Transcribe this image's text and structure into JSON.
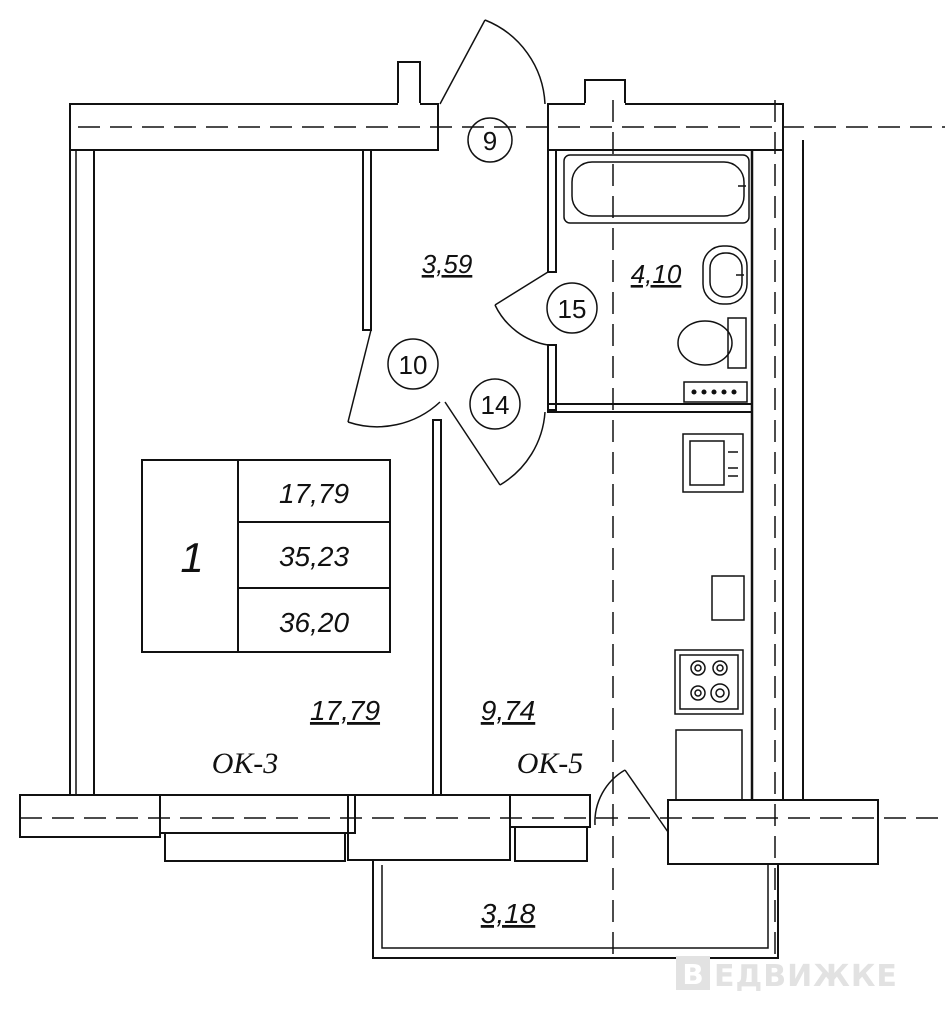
{
  "rooms": {
    "hall": {
      "area": "3,59"
    },
    "bathroom": {
      "area": "4,10"
    },
    "living": {
      "area": "17,79"
    },
    "kitchen": {
      "area": "9,74"
    },
    "balcony": {
      "area": "3,18"
    }
  },
  "summary": {
    "rooms_count": "1",
    "living_area": "17,79",
    "total_area": "35,23",
    "total_with_balcony": "36,20"
  },
  "door_tags": {
    "d9": "9",
    "d10": "10",
    "d14": "14",
    "d15": "15"
  },
  "windows": {
    "living": "ОК-3",
    "kitchen": "ОК-5"
  },
  "watermark": {
    "prefix": "В",
    "rest": "ЕДВИЖКЕ"
  },
  "colors": {
    "line": "#111111",
    "background": "#ffffff",
    "watermark": "#e2e2e2"
  }
}
